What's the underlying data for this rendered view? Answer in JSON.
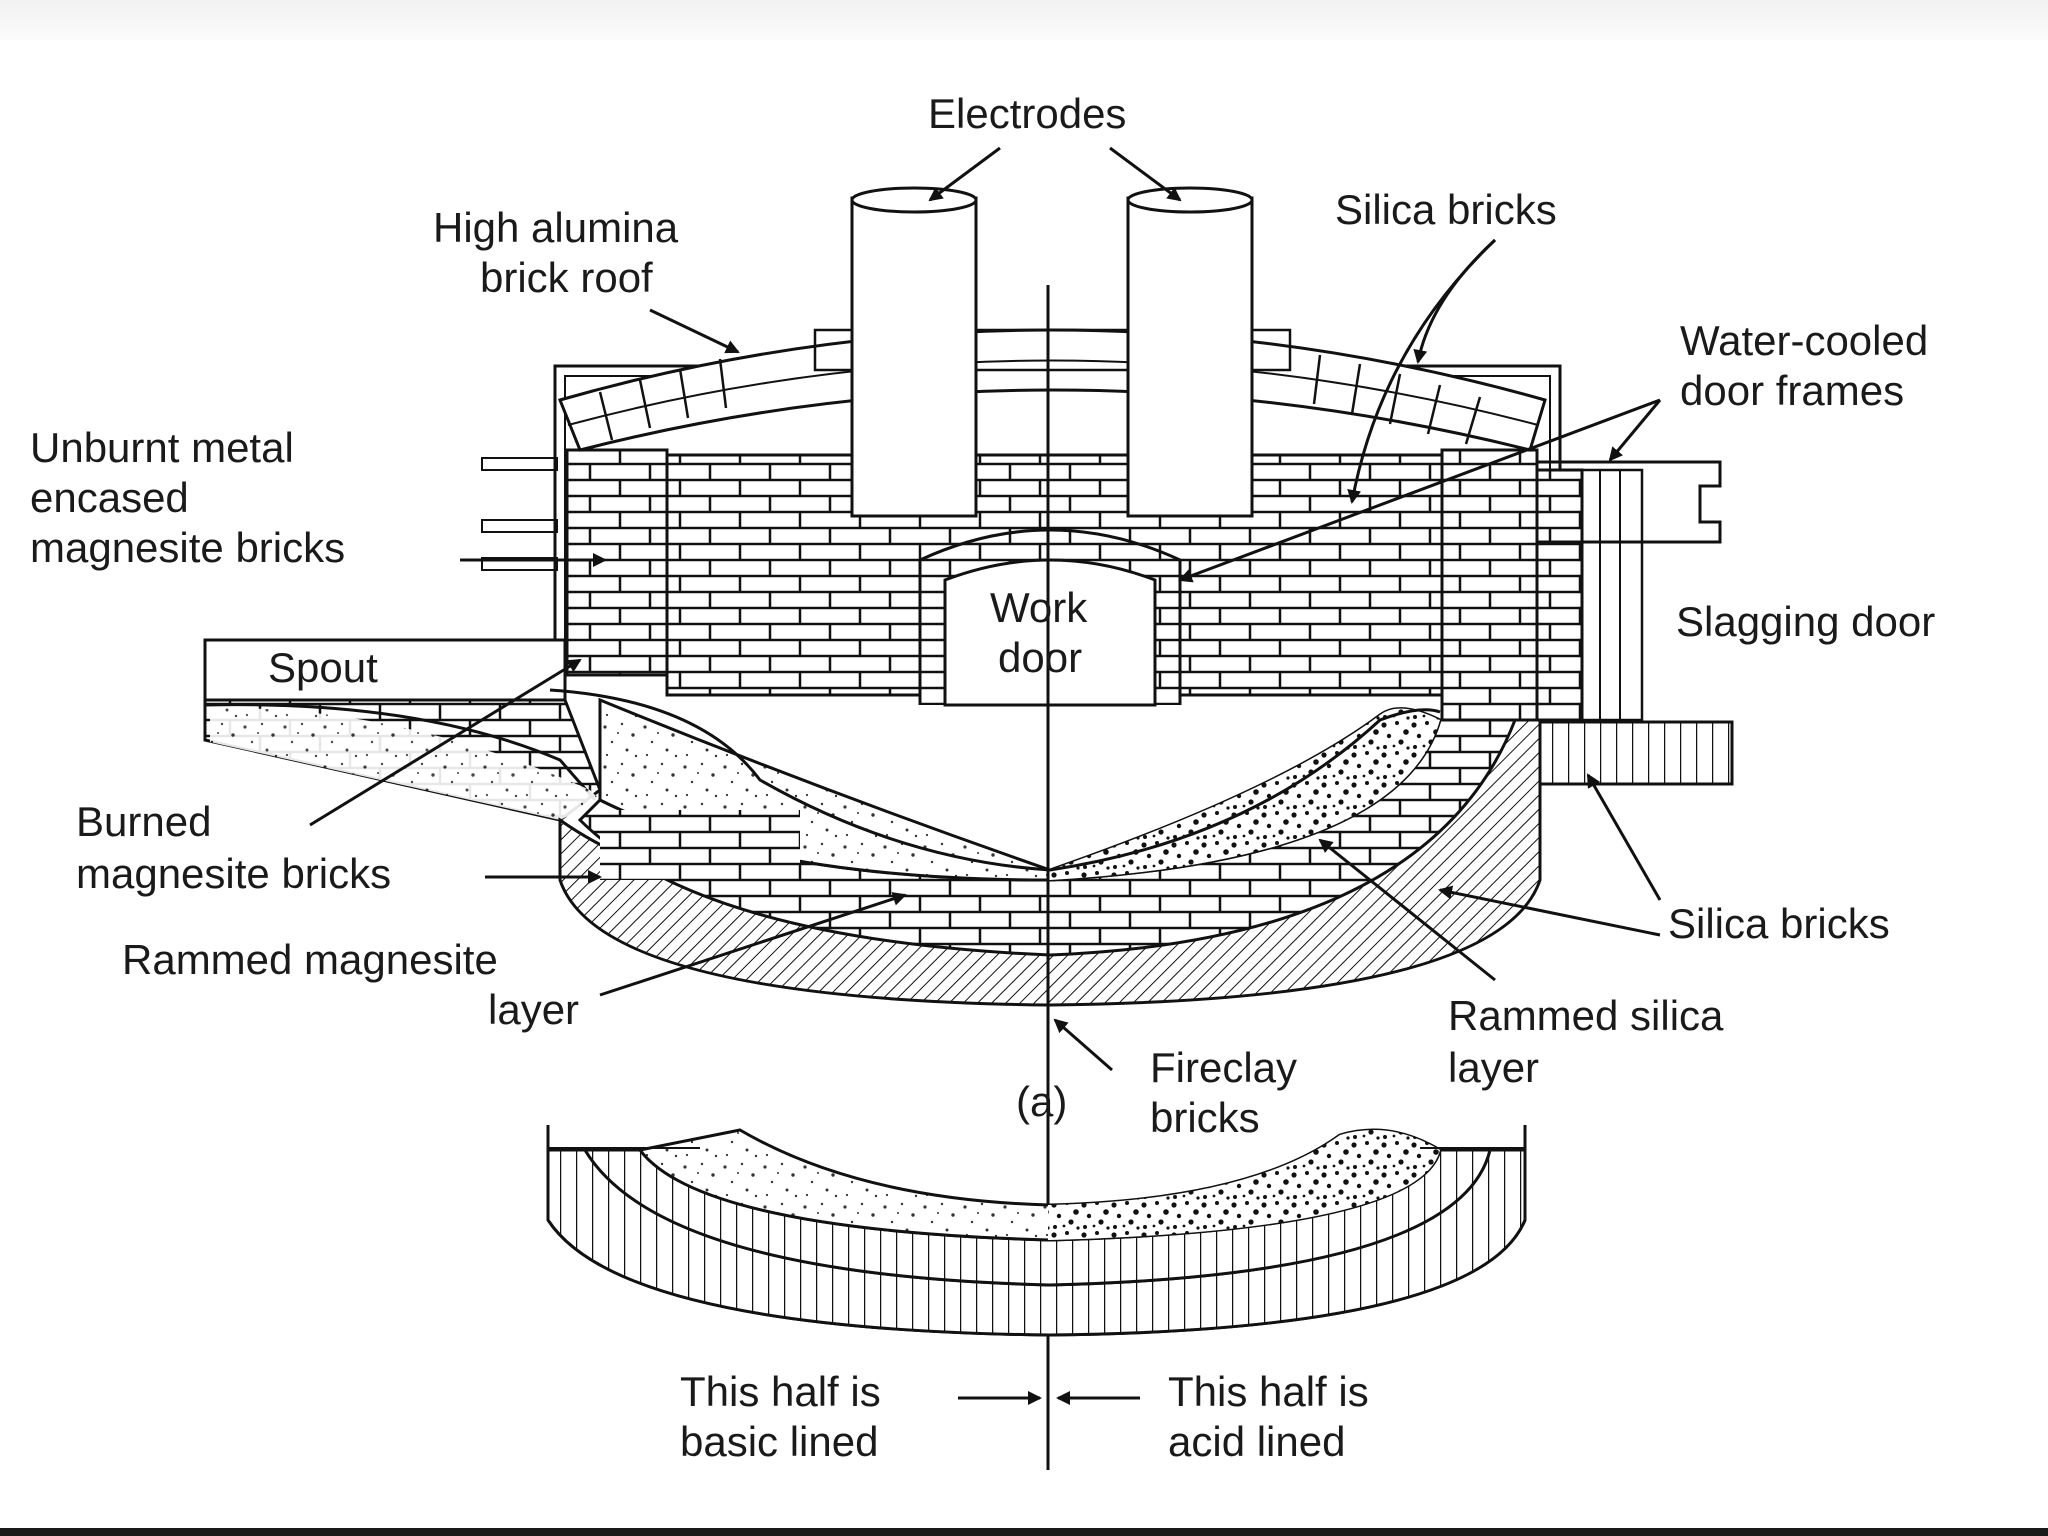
{
  "labels": {
    "electrodes": "Electrodes",
    "high_alumina_1": "High alumina",
    "high_alumina_2": "brick roof",
    "silica_bricks_top": "Silica bricks",
    "water_cooled_1": "Water-cooled",
    "water_cooled_2": "door frames",
    "unburnt_1": "Unburnt metal",
    "unburnt_2": "encased",
    "unburnt_3": "magnesite bricks",
    "work_door_1": "Work",
    "work_door_2": "door",
    "slagging_door": "Slagging door",
    "spout": "Spout",
    "burned_1": "Burned",
    "burned_2": "magnesite bricks",
    "rammed_mag_1": "Rammed magnesite",
    "rammed_mag_2": "layer",
    "silica_bricks_right": "Silica bricks",
    "rammed_silica_1": "Rammed silica",
    "rammed_silica_2": "layer",
    "fireclay_1": "Fireclay",
    "fireclay_2": "bricks",
    "figure_tag": "(a)",
    "basic_1": "This half is",
    "basic_2": "basic lined",
    "acid_1": "This half is",
    "acid_2": "acid lined"
  }
}
